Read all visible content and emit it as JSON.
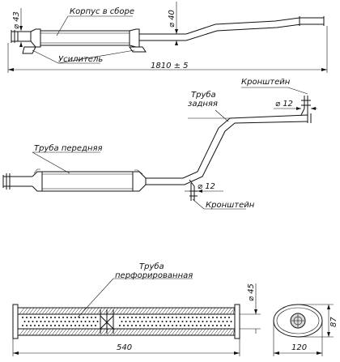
{
  "top_view": {
    "labels": {
      "housing": "Корпус в сборе",
      "reinforcement": "Усилитель"
    },
    "dimensions": {
      "diameter_left": "⌀ 43",
      "diameter_right": "⌀ 40",
      "overall_length": "1810 ± 5"
    }
  },
  "middle_view": {
    "labels": {
      "front_pipe": "Труба передняя",
      "rear_pipe_line1": "Труба",
      "rear_pipe_line2": "задняя",
      "bracket_top": "Кронштейн",
      "bracket_bottom": "Кронштейн"
    },
    "dimensions": {
      "diameter_top": "⌀ 12",
      "diameter_bottom": "⌀ 12"
    }
  },
  "bottom_view": {
    "labels": {
      "perforated_pipe_line1": "Труба",
      "perforated_pipe_line2": "перфорированная"
    },
    "dimensions": {
      "diameter": "⌀ 45",
      "length": "540",
      "width": "120",
      "height": "87"
    }
  }
}
